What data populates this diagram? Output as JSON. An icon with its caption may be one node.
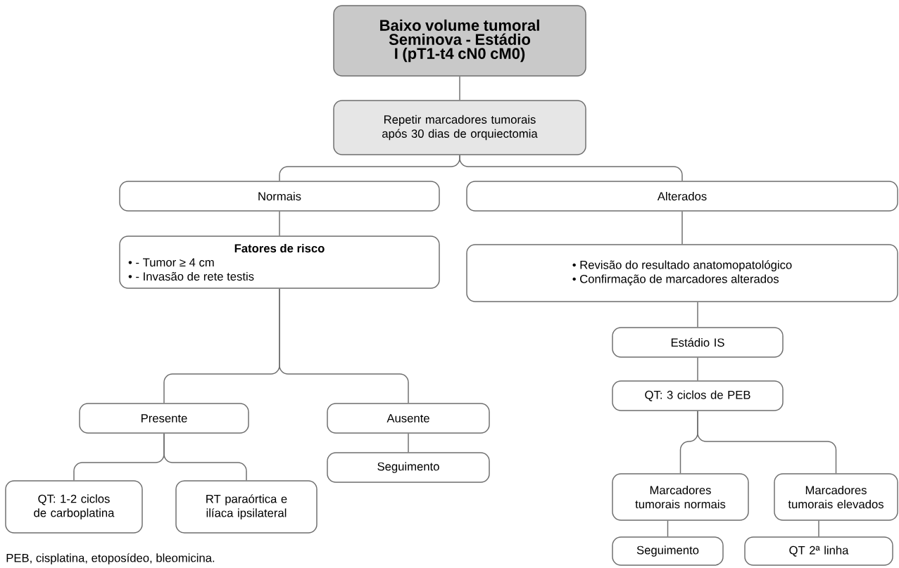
{
  "diagram": {
    "nodes": [
      {
        "text": [
          "Baixo volume tumoral Seminova - Estádio I (pT1-t4 cN0 cM0)"
        ]
      },
      {
        "text": [
          "Repetir marcadores tumorais após 30 dias de orquiectomia"
        ]
      },
      {
        "text": [
          "Normais"
        ]
      },
      {
        "text": [
          "Alterados"
        ]
      },
      {
        "text": [
          "Fatores de risco",
          "• - Tumor ≥ 4 cm",
          "• - Invasão de rete testis"
        ]
      },
      {
        "text": [
          "• Revisão do resultado anatomopatológico",
          "• Confirmação de marcadores alterados"
        ]
      },
      {
        "text": [
          "Presente"
        ]
      },
      {
        "text": [
          "Ausente"
        ]
      },
      {
        "text": [
          "Estádio IS"
        ]
      },
      {
        "text": [
          "QT: 3 ciclos de PEB"
        ]
      },
      {
        "text": [
          "Seguimento"
        ]
      },
      {
        "text": [
          "QT: 1-2 ciclos de carboplatina"
        ]
      },
      {
        "text": [
          "RT paraórtica e ilíaca ipsilateral"
        ]
      },
      {
        "text": [
          "Marcadores tumorais normais"
        ]
      },
      {
        "text": [
          "Marcadores tumorais elevados"
        ]
      },
      {
        "text": [
          "Seguimento"
        ]
      },
      {
        "text": [
          "QT 2ª linha"
        ]
      }
    ],
    "edges": [
      {
        "from": 0,
        "to": 1,
        "arrow": "none"
      },
      {
        "from": 1,
        "to": 2,
        "arrow": "none"
      },
      {
        "from": 1,
        "to": 3,
        "arrow": "none"
      },
      {
        "from": 2,
        "to": 4,
        "arrow": "none"
      },
      {
        "from": 3,
        "to": 5,
        "arrow": "none"
      },
      {
        "from": 4,
        "to": 6,
        "arrow": "none"
      },
      {
        "from": 4,
        "to": 7,
        "arrow": "none"
      },
      {
        "from": 6,
        "to": 11,
        "arrow": "none"
      },
      {
        "from": 6,
        "to": 12,
        "arrow": "none"
      },
      {
        "from": 7,
        "to": 10,
        "arrow": "none"
      },
      {
        "from": 5,
        "to": 8,
        "arrow": "none"
      },
      {
        "from": 8,
        "to": 9,
        "arrow": "none"
      },
      {
        "from": 9,
        "to": 13,
        "arrow": "none"
      },
      {
        "from": 9,
        "to": 14,
        "arrow": "none"
      },
      {
        "from": 13,
        "to": 15,
        "arrow": "none"
      },
      {
        "from": 14,
        "to": 16,
        "arrow": "none"
      }
    ],
    "labels": [
      "PEB, cisplatina, etoposídeo, bleomicina."
    ]
  }
}
